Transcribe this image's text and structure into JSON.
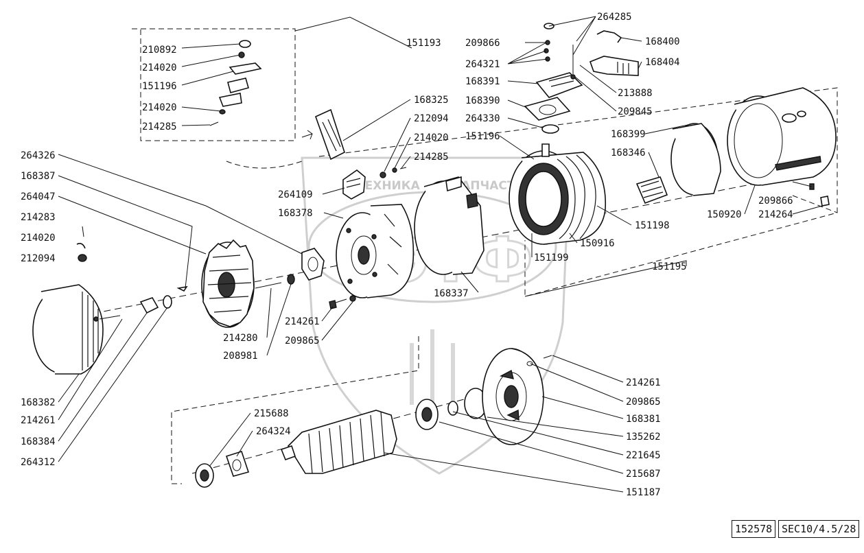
{
  "watermark": {
    "left": "ТЕХНИКА",
    "right": "ЗАПЧАСТИ",
    "logo": "ЭТФ"
  },
  "labels": {
    "l151193": "151193",
    "l210892": "210892",
    "l214020a": "214020",
    "l151196a": "151196",
    "l214020b": "214020",
    "l214285a": "214285",
    "l264326": "264326",
    "l168387": "168387",
    "l264047": "264047",
    "l214283": "214283",
    "l214020c": "214020",
    "l212094a": "212094",
    "l168325": "168325",
    "l212094b": "212094",
    "l214020d": "214020",
    "l214285b": "214285",
    "l264109": "264109",
    "l168378": "168378",
    "l264285": "264285",
    "l209866a": "209866",
    "l168400": "168400",
    "l168404": "168404",
    "l264321": "264321",
    "l168391": "168391",
    "l213888": "213888",
    "l168390": "168390",
    "l209845": "209845",
    "l264330": "264330",
    "l151196b": "151196",
    "l168399": "168399",
    "l168346": "168346",
    "l209866b": "209866",
    "l150920": "150920",
    "l214264": "214264",
    "l151198": "151198",
    "l150916": "150916",
    "l151199": "151199",
    "l151195": "151195",
    "l168337": "168337",
    "l214261a": "214261",
    "l209865a": "209865",
    "l214280": "214280",
    "l208981": "208981",
    "l168382": "168382",
    "l214261b": "214261",
    "l168384": "168384",
    "l264312": "264312",
    "l215688": "215688",
    "l264324": "264324",
    "l214261c": "214261",
    "l209865b": "209865",
    "l168381": "168381",
    "l135262": "135262",
    "l221645": "221645",
    "l215687": "215687",
    "l151187": "151187"
  },
  "stamp": {
    "number": "152578",
    "code": "SEC10/4.5/28"
  }
}
